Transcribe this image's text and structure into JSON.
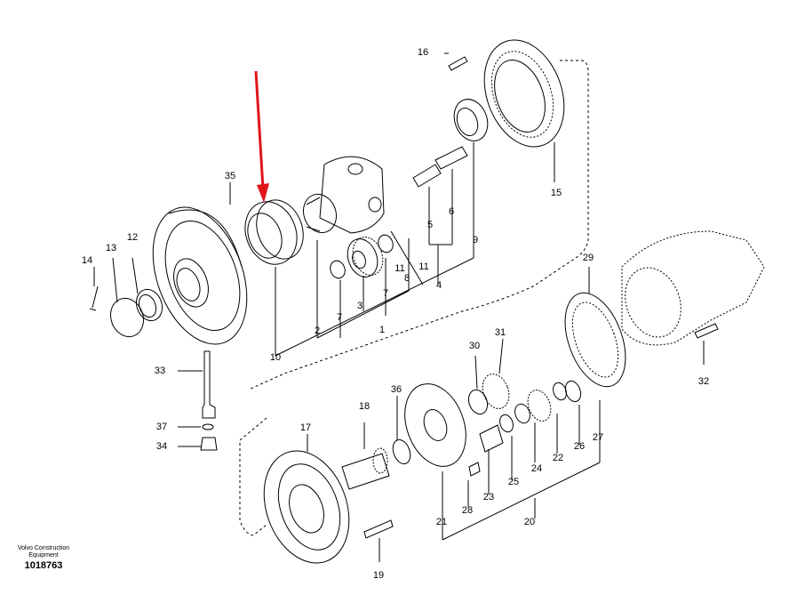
{
  "diagram": {
    "part_numbers": [
      "1",
      "2",
      "3",
      "4",
      "5",
      "6",
      "7",
      "8",
      "9",
      "10",
      "11",
      "12",
      "13",
      "14",
      "15",
      "16",
      "17",
      "18",
      "19",
      "20",
      "21",
      "22",
      "23",
      "24",
      "25",
      "26",
      "27",
      "28",
      "29",
      "30",
      "31",
      "32",
      "33",
      "34",
      "35",
      "36",
      "37",
      "7",
      "11"
    ],
    "caption_line1": "Volvo Construction",
    "caption_line2": "Equipment",
    "drawing_number": "1018763",
    "highlight_color": "#e0161b"
  }
}
